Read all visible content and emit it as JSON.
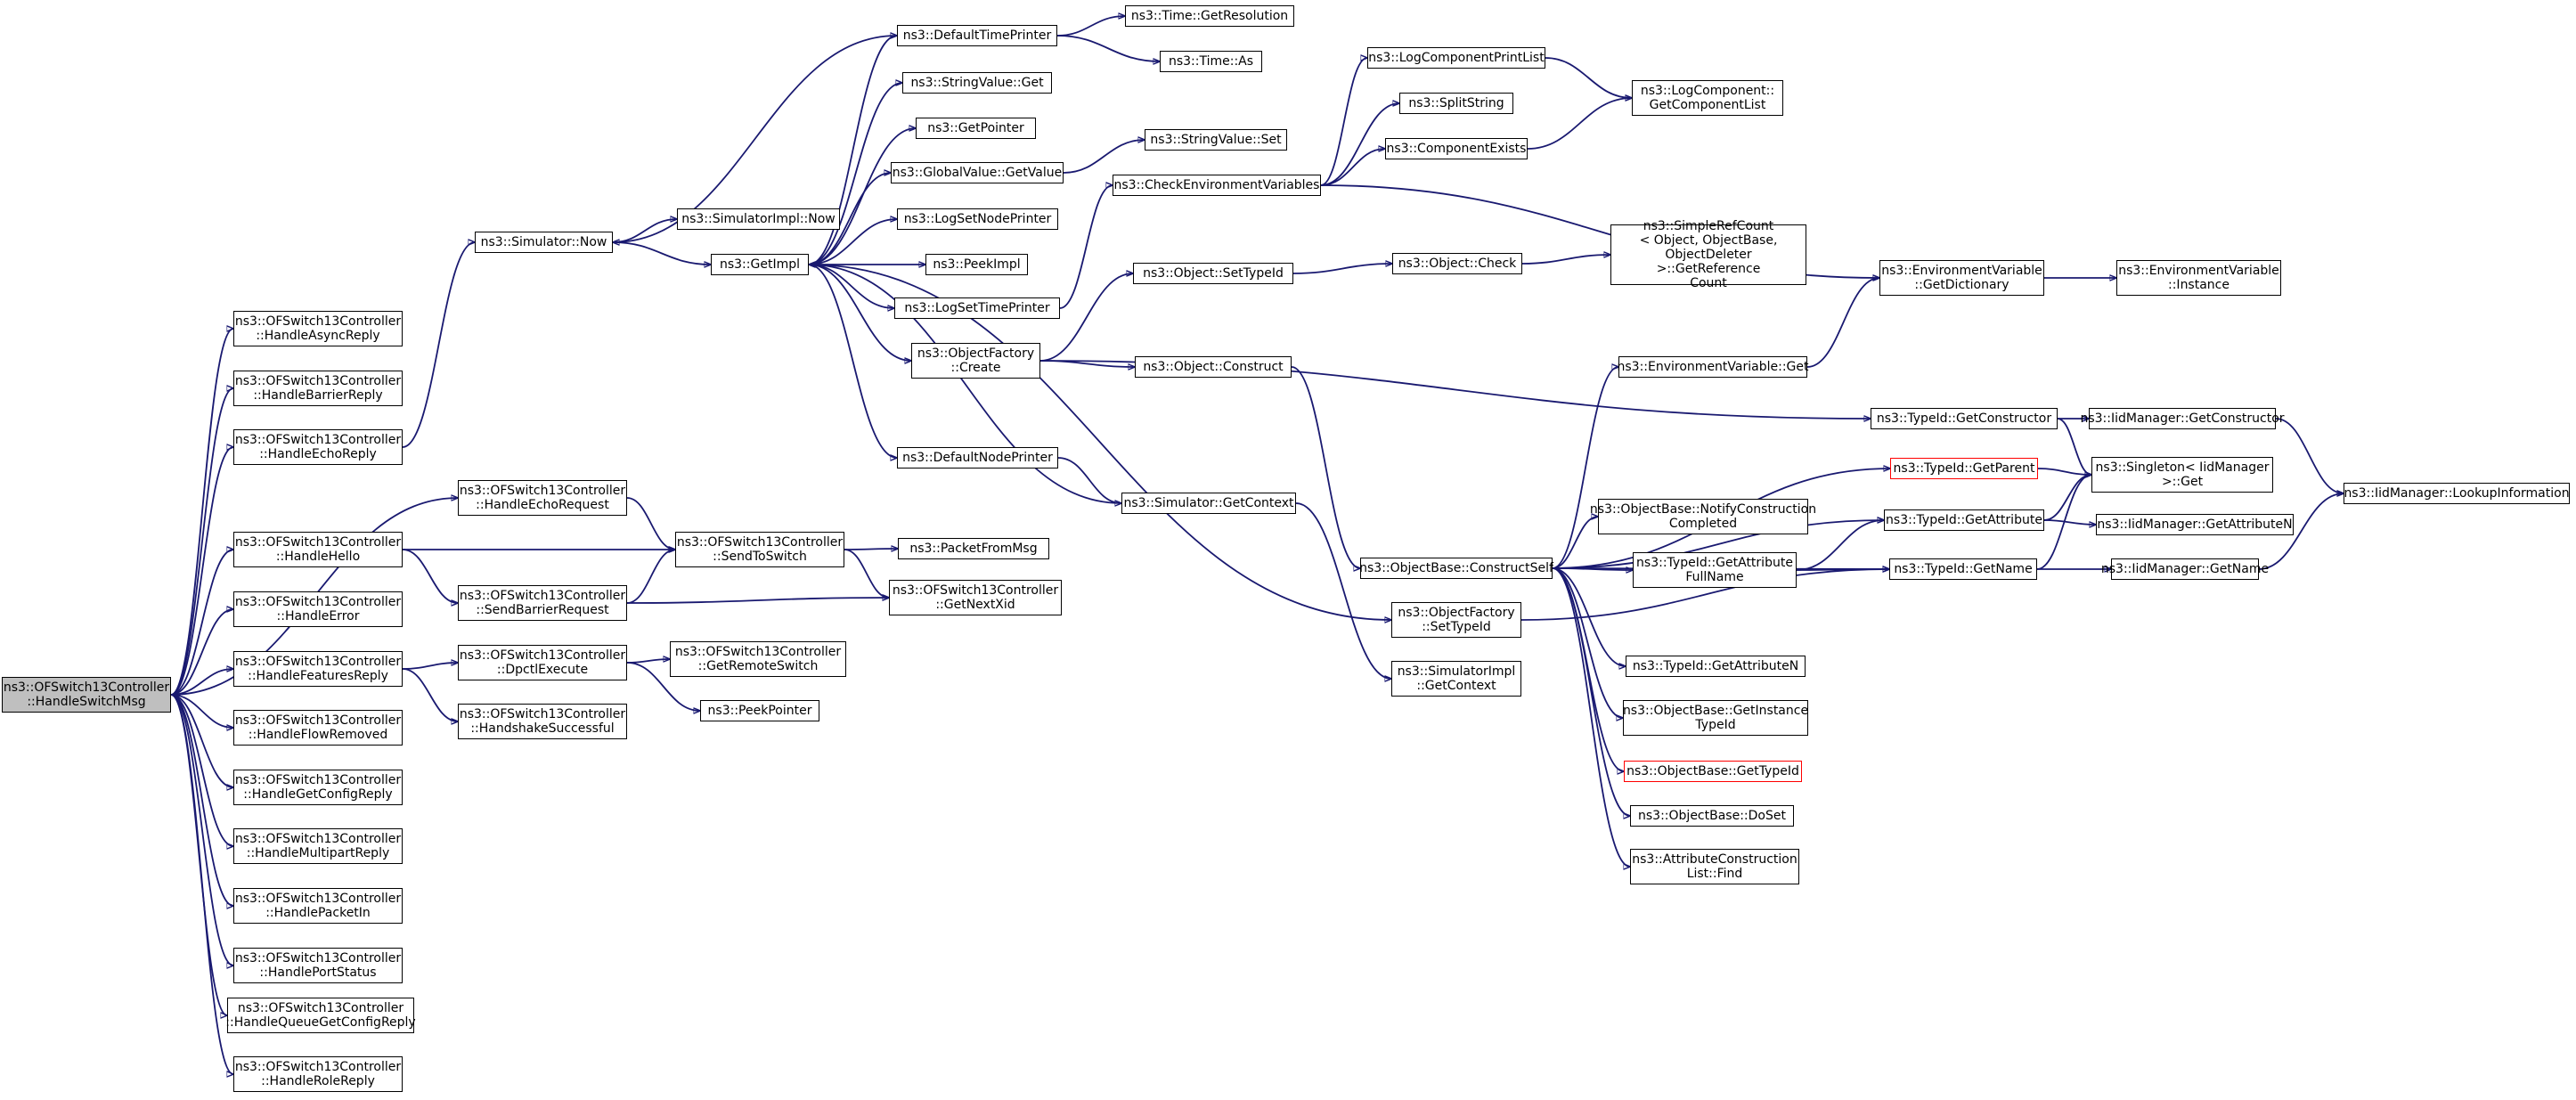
{
  "diagram": {
    "colors": {
      "edge": "#191970",
      "node_border": "#000000",
      "root_fill": "#bfbfbf",
      "highlight_border": "#ff0000"
    },
    "nodes": [
      {
        "id": "n0",
        "label": "ns3::OFSwitch13Controller\n::HandleSwitchMsg",
        "style": "root"
      },
      {
        "id": "n1",
        "label": "ns3::OFSwitch13Controller\n::HandleAsyncReply"
      },
      {
        "id": "n2",
        "label": "ns3::OFSwitch13Controller\n::HandleBarrierReply"
      },
      {
        "id": "n3",
        "label": "ns3::OFSwitch13Controller\n::HandleEchoReply"
      },
      {
        "id": "n4",
        "label": "ns3::OFSwitch13Controller\n::HandleHello"
      },
      {
        "id": "n5",
        "label": "ns3::OFSwitch13Controller\n::HandleError"
      },
      {
        "id": "n6",
        "label": "ns3::OFSwitch13Controller\n::HandleFeaturesReply"
      },
      {
        "id": "n7",
        "label": "ns3::OFSwitch13Controller\n::HandleFlowRemoved"
      },
      {
        "id": "n8",
        "label": "ns3::OFSwitch13Controller\n::HandleGetConfigReply"
      },
      {
        "id": "n9",
        "label": "ns3::OFSwitch13Controller\n::HandleMultipartReply"
      },
      {
        "id": "n10",
        "label": "ns3::OFSwitch13Controller\n::HandlePacketIn"
      },
      {
        "id": "n11",
        "label": "ns3::OFSwitch13Controller\n::HandlePortStatus"
      },
      {
        "id": "n12",
        "label": "ns3::OFSwitch13Controller\n::HandleQueueGetConfigReply"
      },
      {
        "id": "n13",
        "label": "ns3::OFSwitch13Controller\n::HandleRoleReply"
      },
      {
        "id": "n14",
        "label": "ns3::Simulator::Now"
      },
      {
        "id": "n15",
        "label": "ns3::OFSwitch13Controller\n::HandleEchoRequest"
      },
      {
        "id": "n16",
        "label": "ns3::OFSwitch13Controller\n::SendBarrierRequest"
      },
      {
        "id": "n17",
        "label": "ns3::OFSwitch13Controller\n::DpctlExecute"
      },
      {
        "id": "n18",
        "label": "ns3::OFSwitch13Controller\n::HandshakeSuccessful"
      },
      {
        "id": "n19",
        "label": "ns3::SimulatorImpl::Now"
      },
      {
        "id": "n20",
        "label": "ns3::GetImpl"
      },
      {
        "id": "n21",
        "label": "ns3::OFSwitch13Controller\n::SendToSwitch"
      },
      {
        "id": "n22",
        "label": "ns3::OFSwitch13Controller\n::GetRemoteSwitch"
      },
      {
        "id": "n23",
        "label": "ns3::PeekPointer"
      },
      {
        "id": "n24",
        "label": "ns3::DefaultTimePrinter"
      },
      {
        "id": "n25",
        "label": "ns3::StringValue::Get"
      },
      {
        "id": "n26",
        "label": "ns3::GetPointer"
      },
      {
        "id": "n27",
        "label": "ns3::GlobalValue::GetValue"
      },
      {
        "id": "n28",
        "label": "ns3::LogSetNodePrinter"
      },
      {
        "id": "n29",
        "label": "ns3::PeekImpl"
      },
      {
        "id": "n30",
        "label": "ns3::LogSetTimePrinter"
      },
      {
        "id": "n31",
        "label": "ns3::ObjectFactory\n::Create"
      },
      {
        "id": "n32",
        "label": "ns3::DefaultNodePrinter"
      },
      {
        "id": "n33",
        "label": "ns3::PacketFromMsg"
      },
      {
        "id": "n34",
        "label": "ns3::OFSwitch13Controller\n::GetNextXid"
      },
      {
        "id": "n35",
        "label": "ns3::Time::GetResolution"
      },
      {
        "id": "n36",
        "label": "ns3::Time::As"
      },
      {
        "id": "n37",
        "label": "ns3::StringValue::Set"
      },
      {
        "id": "n38",
        "label": "ns3::CheckEnvironmentVariables"
      },
      {
        "id": "n39",
        "label": "ns3::Object::SetTypeId"
      },
      {
        "id": "n40",
        "label": "ns3::Object::Construct"
      },
      {
        "id": "n41",
        "label": "ns3::Simulator::GetContext"
      },
      {
        "id": "n42",
        "label": "ns3::LogComponentPrintList"
      },
      {
        "id": "n43",
        "label": "ns3::SplitString"
      },
      {
        "id": "n44",
        "label": "ns3::ComponentExists"
      },
      {
        "id": "n45",
        "label": "ns3::Object::Check"
      },
      {
        "id": "n46",
        "label": "ns3::ObjectBase::ConstructSelf"
      },
      {
        "id": "n47",
        "label": "ns3::ObjectFactory\n::SetTypeId"
      },
      {
        "id": "n48",
        "label": "ns3::SimulatorImpl\n::GetContext"
      },
      {
        "id": "n49",
        "label": "ns3::LogComponent::\nGetComponentList"
      },
      {
        "id": "n50",
        "label": "ns3::SimpleRefCount\n< Object, ObjectBase,\n ObjectDeleter >::GetReference\nCount"
      },
      {
        "id": "n51",
        "label": "ns3::EnvironmentVariable::Get"
      },
      {
        "id": "n52",
        "label": "ns3::ObjectBase::NotifyConstruction\nCompleted"
      },
      {
        "id": "n53",
        "label": "ns3::TypeId::GetAttribute\nFullName"
      },
      {
        "id": "n54",
        "label": "ns3::TypeId::GetAttributeN"
      },
      {
        "id": "n55",
        "label": "ns3::ObjectBase::GetInstance\nTypeId"
      },
      {
        "id": "n56",
        "label": "ns3::ObjectBase::GetTypeId",
        "style": "red"
      },
      {
        "id": "n57",
        "label": "ns3::ObjectBase::DoSet"
      },
      {
        "id": "n58",
        "label": "ns3::AttributeConstruction\nList::Find"
      },
      {
        "id": "n59",
        "label": "ns3::EnvironmentVariable\n::GetDictionary"
      },
      {
        "id": "n60",
        "label": "ns3::TypeId::GetConstructor"
      },
      {
        "id": "n61",
        "label": "ns3::TypeId::GetParent",
        "style": "red"
      },
      {
        "id": "n62",
        "label": "ns3::TypeId::GetAttribute"
      },
      {
        "id": "n63",
        "label": "ns3::TypeId::GetName"
      },
      {
        "id": "n64",
        "label": "ns3::EnvironmentVariable\n::Instance"
      },
      {
        "id": "n65",
        "label": "ns3::IidManager::GetConstructor"
      },
      {
        "id": "n66",
        "label": "ns3::Singleton< IidManager\n >::Get"
      },
      {
        "id": "n67",
        "label": "ns3::IidManager::GetAttributeN"
      },
      {
        "id": "n68",
        "label": "ns3::IidManager::GetName"
      },
      {
        "id": "n69",
        "label": "ns3::IidManager::LookupInformation"
      }
    ],
    "edges": [
      [
        "n0",
        "n1"
      ],
      [
        "n0",
        "n2"
      ],
      [
        "n0",
        "n3"
      ],
      [
        "n0",
        "n15"
      ],
      [
        "n0",
        "n4"
      ],
      [
        "n0",
        "n5"
      ],
      [
        "n0",
        "n6"
      ],
      [
        "n0",
        "n7"
      ],
      [
        "n0",
        "n8"
      ],
      [
        "n0",
        "n9"
      ],
      [
        "n0",
        "n10"
      ],
      [
        "n0",
        "n11"
      ],
      [
        "n0",
        "n12"
      ],
      [
        "n0",
        "n13"
      ],
      [
        "n3",
        "n14"
      ],
      [
        "n15",
        "n21"
      ],
      [
        "n4",
        "n21"
      ],
      [
        "n4",
        "n16"
      ],
      [
        "n16",
        "n21"
      ],
      [
        "n16",
        "n34"
      ],
      [
        "n6",
        "n17"
      ],
      [
        "n6",
        "n18"
      ],
      [
        "n17",
        "n22"
      ],
      [
        "n17",
        "n23"
      ],
      [
        "n21",
        "n33"
      ],
      [
        "n21",
        "n34"
      ],
      [
        "n14",
        "n19"
      ],
      [
        "n14",
        "n20"
      ],
      [
        "n24",
        "n14"
      ],
      [
        "n24",
        "n35"
      ],
      [
        "n24",
        "n36"
      ],
      [
        "n20",
        "n24"
      ],
      [
        "n20",
        "n25"
      ],
      [
        "n20",
        "n26"
      ],
      [
        "n20",
        "n27"
      ],
      [
        "n20",
        "n28"
      ],
      [
        "n20",
        "n29"
      ],
      [
        "n20",
        "n30"
      ],
      [
        "n20",
        "n31"
      ],
      [
        "n20",
        "n32"
      ],
      [
        "n20",
        "n47"
      ],
      [
        "n41",
        "n20"
      ],
      [
        "n27",
        "n37"
      ],
      [
        "n30",
        "n38"
      ],
      [
        "n32",
        "n41"
      ],
      [
        "n41",
        "n48"
      ],
      [
        "n38",
        "n42"
      ],
      [
        "n38",
        "n43"
      ],
      [
        "n38",
        "n44"
      ],
      [
        "n38",
        "n59"
      ],
      [
        "n42",
        "n49"
      ],
      [
        "n44",
        "n49"
      ],
      [
        "n31",
        "n39"
      ],
      [
        "n31",
        "n40"
      ],
      [
        "n31",
        "n60"
      ],
      [
        "n39",
        "n45"
      ],
      [
        "n45",
        "n50"
      ],
      [
        "n40",
        "n46"
      ],
      [
        "n47",
        "n63"
      ],
      [
        "n46",
        "n51"
      ],
      [
        "n46",
        "n61"
      ],
      [
        "n46",
        "n52"
      ],
      [
        "n46",
        "n62"
      ],
      [
        "n46",
        "n53"
      ],
      [
        "n46",
        "n63"
      ],
      [
        "n46",
        "n54"
      ],
      [
        "n46",
        "n55"
      ],
      [
        "n46",
        "n56"
      ],
      [
        "n46",
        "n57"
      ],
      [
        "n46",
        "n58"
      ],
      [
        "n51",
        "n59"
      ],
      [
        "n59",
        "n64"
      ],
      [
        "n60",
        "n65"
      ],
      [
        "n60",
        "n66"
      ],
      [
        "n61",
        "n66"
      ],
      [
        "n62",
        "n66"
      ],
      [
        "n62",
        "n67"
      ],
      [
        "n53",
        "n62"
      ],
      [
        "n53",
        "n63"
      ],
      [
        "n63",
        "n68"
      ],
      [
        "n63",
        "n66"
      ],
      [
        "n65",
        "n69"
      ],
      [
        "n68",
        "n69"
      ]
    ]
  }
}
